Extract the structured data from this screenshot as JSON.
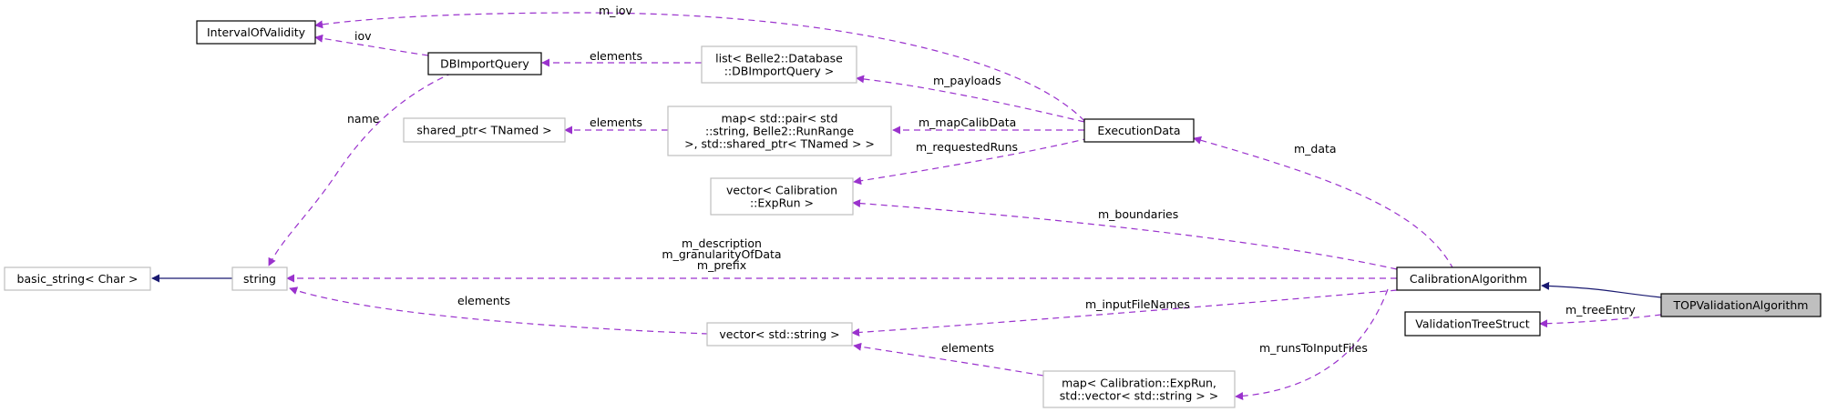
{
  "colors": {
    "usage_edge": "#9a32cd",
    "inherit_edge": "#191970",
    "focus_fill": "#bfbfbf",
    "external_border": "#bfbfbf",
    "internal_border": "#000000"
  },
  "nodes": {
    "interval_of_validity": {
      "lines": [
        "IntervalOfValidity"
      ]
    },
    "db_import_query": {
      "lines": [
        "DBImportQuery"
      ]
    },
    "list_dbimportquery": {
      "lines": [
        "list< Belle2::Database",
        "::DBImportQuery >"
      ]
    },
    "shared_ptr_tnamed": {
      "lines": [
        "shared_ptr< TNamed >"
      ]
    },
    "map_pair_runrange": {
      "lines": [
        "map< std::pair< std",
        "::string, Belle2::RunRange",
        " >, std::shared_ptr< TNamed > >"
      ]
    },
    "execution_data": {
      "lines": [
        "ExecutionData"
      ]
    },
    "vector_exprun": {
      "lines": [
        "vector< Calibration",
        "::ExpRun >"
      ]
    },
    "basic_string": {
      "lines": [
        "basic_string< Char >"
      ]
    },
    "string": {
      "lines": [
        "string"
      ]
    },
    "calibration_algorithm": {
      "lines": [
        "CalibrationAlgorithm"
      ]
    },
    "top_validation_algorithm": {
      "lines": [
        "TOPValidationAlgorithm"
      ]
    },
    "validation_tree_struct": {
      "lines": [
        "ValidationTreeStruct"
      ]
    },
    "vector_string": {
      "lines": [
        "vector< std::string >"
      ]
    },
    "map_exprun_vector": {
      "lines": [
        "map< Calibration::ExpRun,",
        "std::vector< std::string > >"
      ]
    }
  },
  "edges": {
    "m_iov": [
      "m_iov"
    ],
    "iov": [
      "iov"
    ],
    "elements_list": [
      "elements"
    ],
    "m_payloads": [
      "m_payloads"
    ],
    "elements_map": [
      "elements"
    ],
    "m_mapCalibData": [
      "m_mapCalibData"
    ],
    "m_requestedRuns": [
      "m_requestedRuns"
    ],
    "m_data": [
      "m_data"
    ],
    "m_boundaries": [
      "m_boundaries"
    ],
    "name": [
      "name"
    ],
    "string_members": [
      "m_description",
      "m_granularityOfData",
      "m_prefix"
    ],
    "elements_vecstr": [
      "elements"
    ],
    "m_inputFileNames": [
      "m_inputFileNames"
    ],
    "elements_vecstr2": [
      "elements"
    ],
    "m_runsToInputFiles": [
      "m_runsToInputFiles"
    ],
    "m_treeEntry": [
      "m_treeEntry"
    ]
  }
}
